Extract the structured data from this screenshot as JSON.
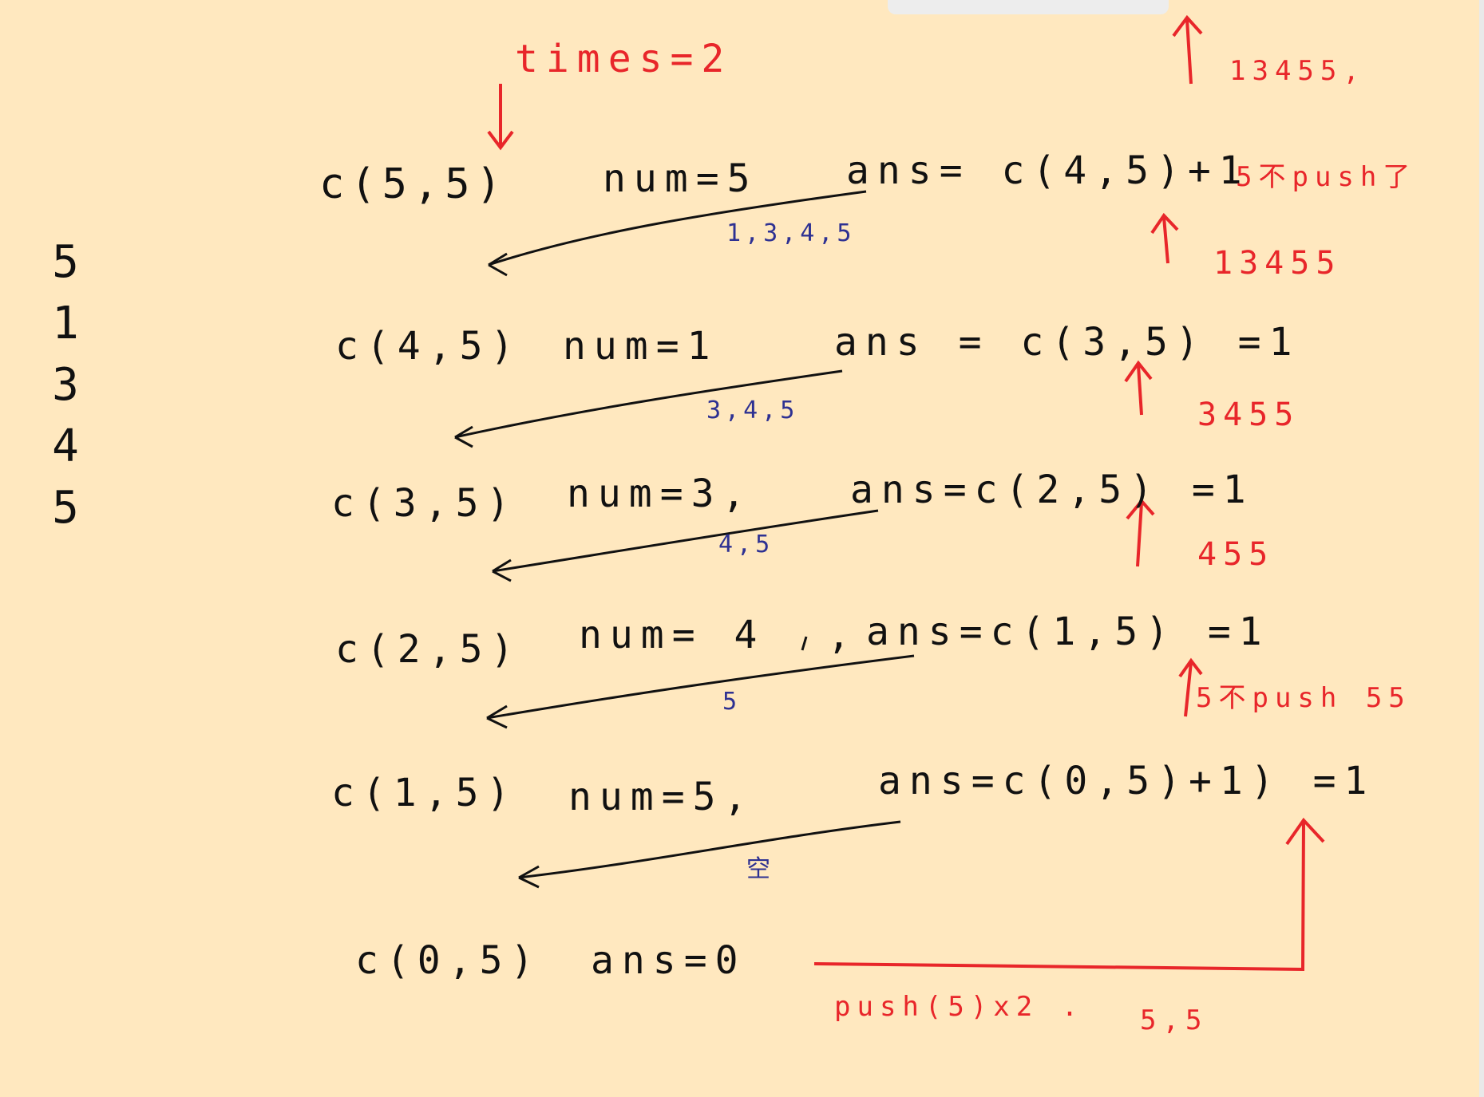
{
  "title": {
    "times": "times=2"
  },
  "side_sequence": [
    "5",
    "1",
    "3",
    "4",
    "5"
  ],
  "rows": [
    {
      "call": "c(5,5)",
      "num": "num=5",
      "ans": "ans= c(4,5)+1",
      "blue": "1,3,4,5",
      "red_note": "5不push了",
      "red_seq": "13455"
    },
    {
      "call": "c(4,5)",
      "num": "num=1",
      "ans": "ans = c(3,5) =1",
      "blue": "3,4,5",
      "red_seq": "3455"
    },
    {
      "call": "c(3,5)",
      "num": "num=3,",
      "ans": "ans=c(2,5) =1",
      "blue": "4,5",
      "red_seq": "455"
    },
    {
      "call": "c(2,5)",
      "num": "num= 4  ,",
      "ans": "ans=c(1,5) =1",
      "blue": "5",
      "red_note": "5不push 55"
    },
    {
      "call": "c(1,5)",
      "num": "num=5,",
      "ans": "ans=c(0,5)+1) =1",
      "blue": "空"
    },
    {
      "call": "c(0,5)",
      "num": "",
      "ans": "ans=0"
    }
  ],
  "top_right_note": "13455,",
  "bottom_note": "push(5)x2 .",
  "bottom_values": "5,5",
  "colors": {
    "background": "#FFE8BF",
    "ink_black": "#111111",
    "ink_red": "#E8262A",
    "ink_blue": "#2E3192"
  }
}
